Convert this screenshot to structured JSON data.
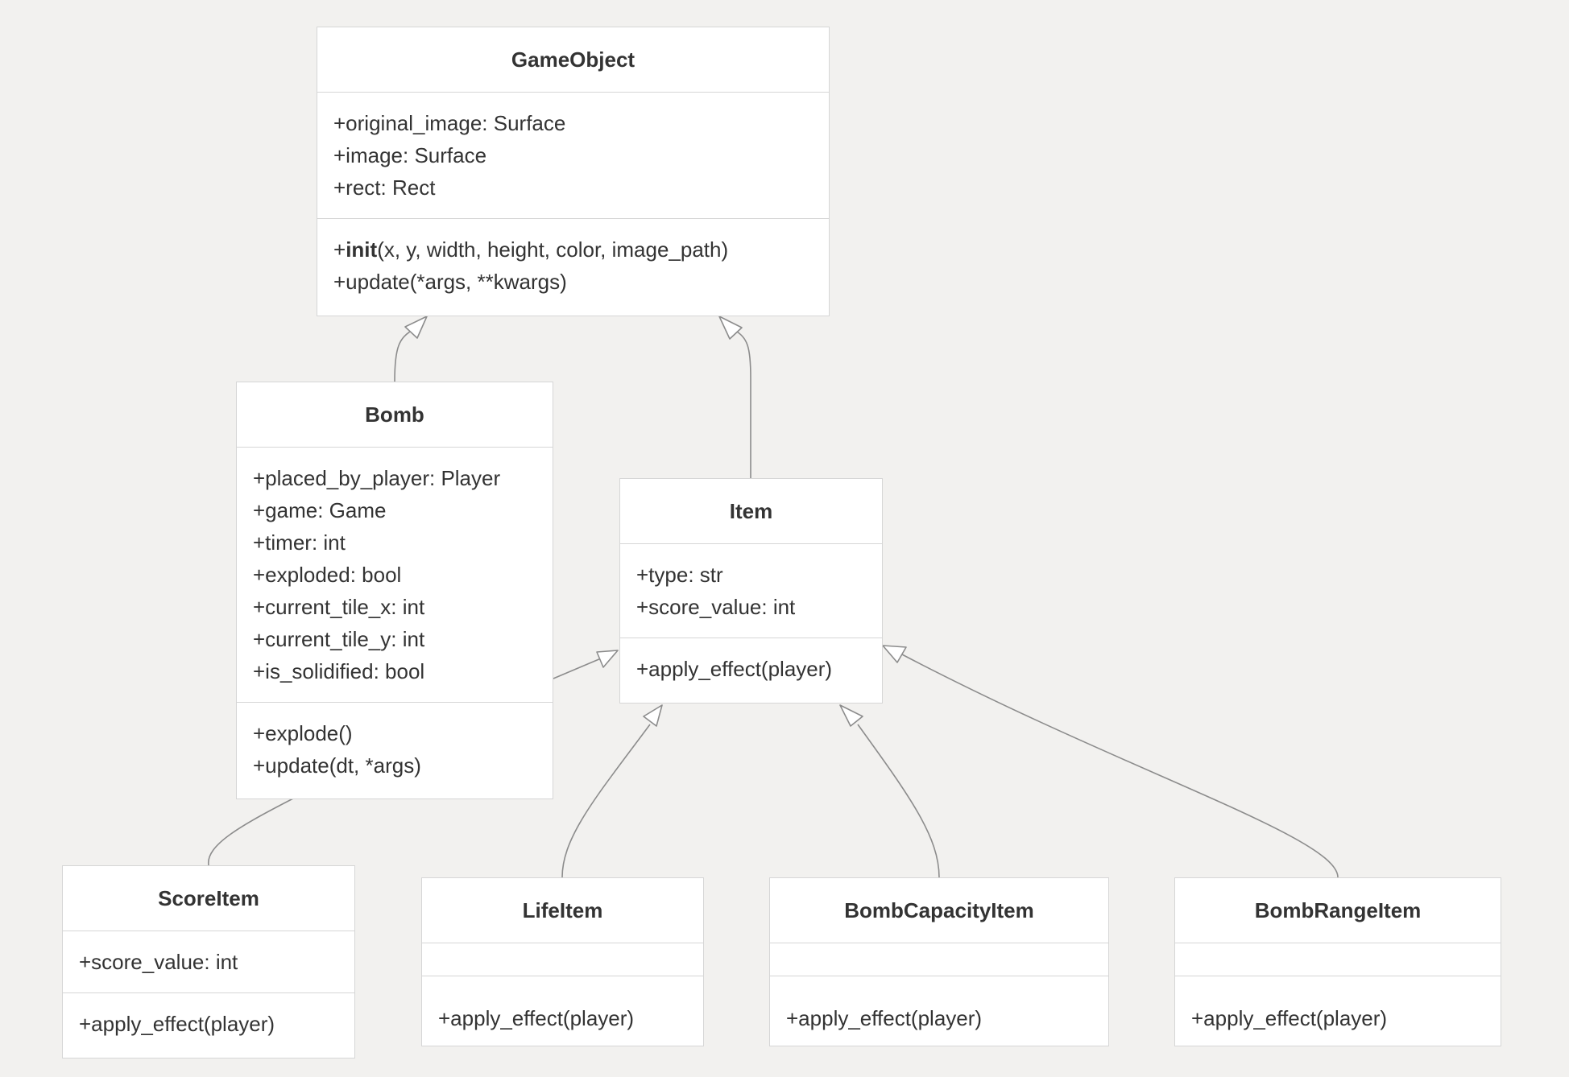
{
  "diagram": {
    "type": "uml-class",
    "classes": {
      "gameobject": {
        "name": "GameObject",
        "attributes": [
          "+original_image: Surface",
          "+image: Surface",
          "+rect: Rect"
        ],
        "methods_text": {
          "init_prefix": "+",
          "init_name": "init",
          "init_args": "(x, y, width, height, color, image_path)",
          "update": "+update(*args, **kwargs)"
        }
      },
      "bomb": {
        "name": "Bomb",
        "attributes": [
          "+placed_by_player: Player",
          "+game: Game",
          "+timer: int",
          "+exploded: bool",
          "+current_tile_x: int",
          "+current_tile_y: int",
          "+is_solidified: bool"
        ],
        "methods": [
          "+explode()",
          "+update(dt, *args)"
        ]
      },
      "item": {
        "name": "Item",
        "attributes": [
          "+type: str",
          "+score_value: int"
        ],
        "methods": [
          "+apply_effect(player)"
        ]
      },
      "scoreitem": {
        "name": "ScoreItem",
        "attributes": [
          "+score_value: int"
        ],
        "methods": [
          "+apply_effect(player)"
        ]
      },
      "lifeitem": {
        "name": "LifeItem",
        "attributes": [],
        "methods": [
          "+apply_effect(player)"
        ]
      },
      "bombcapacityitem": {
        "name": "BombCapacityItem",
        "attributes": [],
        "methods": [
          "+apply_effect(player)"
        ]
      },
      "bombrangeitem": {
        "name": "BombRangeItem",
        "attributes": [],
        "methods": [
          "+apply_effect(player)"
        ]
      }
    },
    "relations": [
      {
        "from": "Bomb",
        "to": "GameObject",
        "kind": "inheritance"
      },
      {
        "from": "Item",
        "to": "GameObject",
        "kind": "inheritance"
      },
      {
        "from": "Bomb",
        "to": "Item",
        "kind": "inheritance"
      },
      {
        "from": "ScoreItem",
        "to": "Bomb",
        "kind": "association"
      },
      {
        "from": "LifeItem",
        "to": "Item",
        "kind": "inheritance"
      },
      {
        "from": "BombCapacityItem",
        "to": "Item",
        "kind": "inheritance"
      },
      {
        "from": "BombRangeItem",
        "to": "Item",
        "kind": "inheritance"
      }
    ],
    "colors": {
      "background": "#f2f1ef",
      "box_fill": "#ffffff",
      "box_border": "#d6d6d6",
      "edge": "#8c8c8c",
      "text": "#333333"
    }
  }
}
